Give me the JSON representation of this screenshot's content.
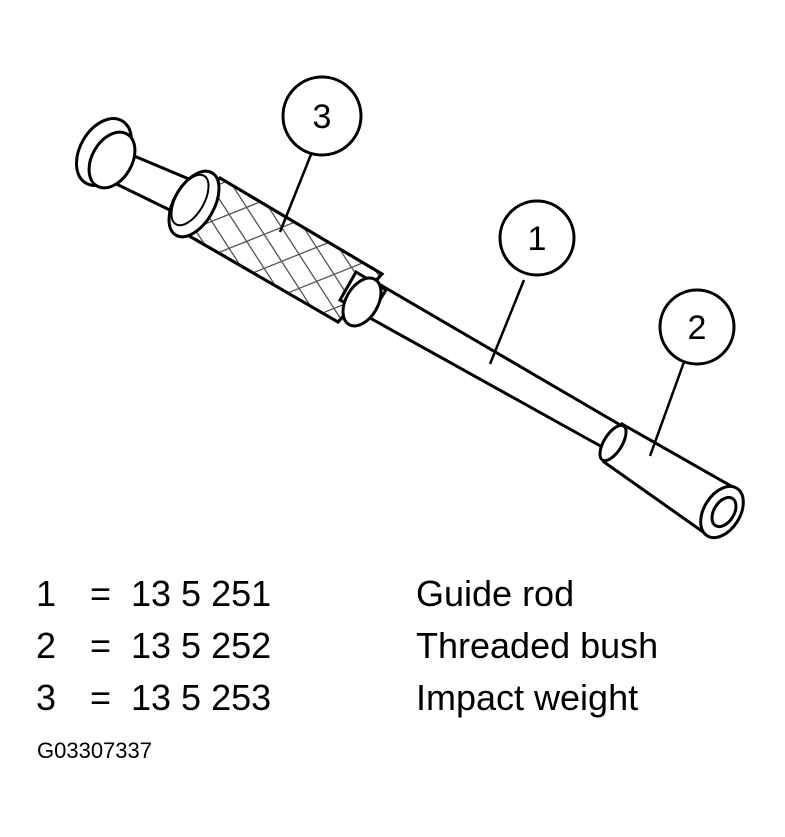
{
  "callouts": [
    {
      "number": "1"
    },
    {
      "number": "2"
    },
    {
      "number": "3"
    }
  ],
  "legend": [
    {
      "number": "1",
      "equals": "=",
      "part_no": "13 5 251",
      "description": "Guide rod"
    },
    {
      "number": "2",
      "equals": "=",
      "part_no": "13 5 252",
      "description": "Threaded bush"
    },
    {
      "number": "3",
      "equals": "=",
      "part_no": "13 5 253",
      "description": "Impact weight"
    }
  ],
  "figure_id": "G03307337"
}
